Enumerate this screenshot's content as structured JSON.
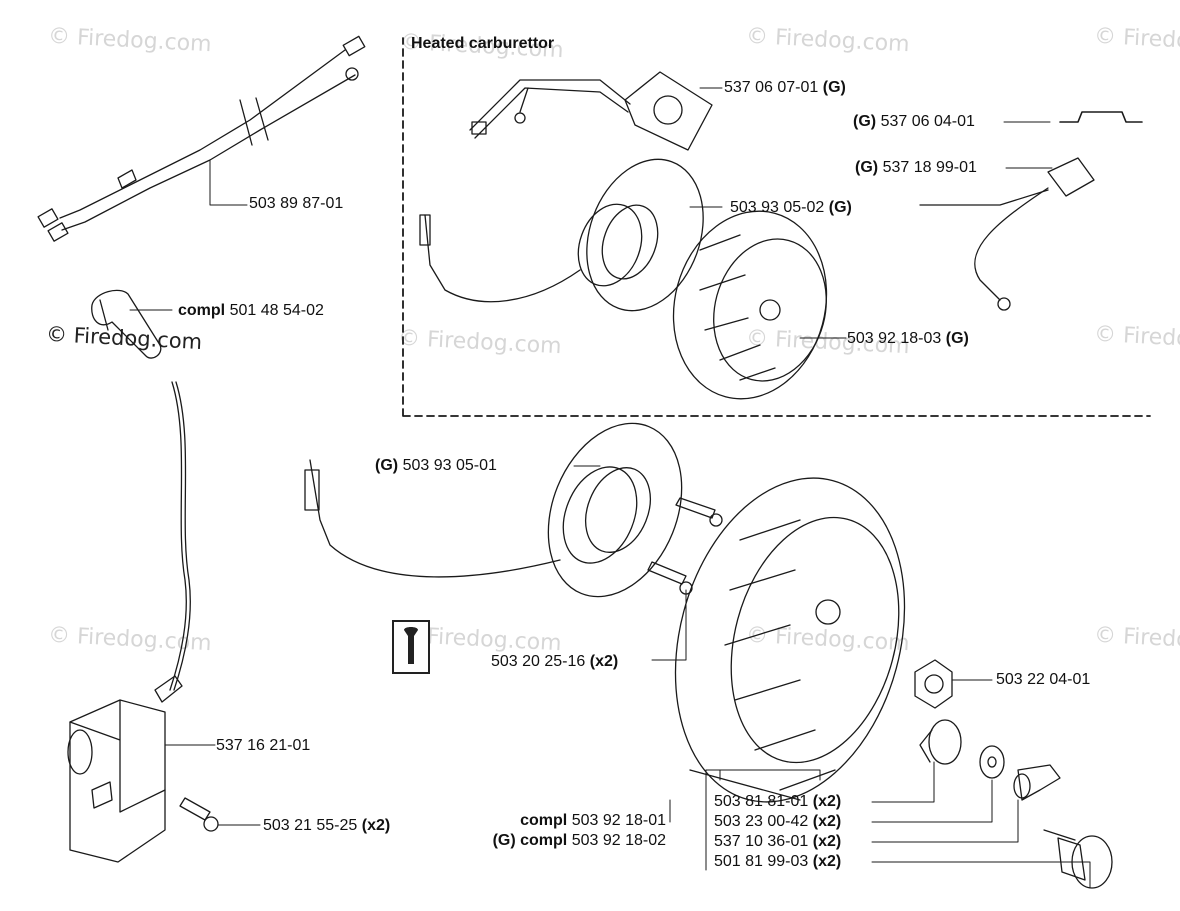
{
  "watermark": "© Firedog.com",
  "section_title": "Heated carburettor",
  "labels": {
    "p01": {
      "prefix": "",
      "code": "503 89 87-01",
      "suffix": ""
    },
    "p02": {
      "prefix": "compl",
      "code": "501 48 54-02",
      "suffix": ""
    },
    "p03": {
      "prefix": "",
      "code": "537 16 21-01",
      "suffix": ""
    },
    "p04": {
      "prefix": "",
      "code": "503 21 55-25",
      "suffix": "(x2)"
    },
    "p05": {
      "prefix": "",
      "code": "537 06 07-01",
      "suffix": "(G)"
    },
    "p06": {
      "prefix": "(G)",
      "code": "537 06 04-01",
      "suffix": ""
    },
    "p07": {
      "prefix": "(G)",
      "code": "537 18 99-01",
      "suffix": ""
    },
    "p08": {
      "prefix": "",
      "code": "503 93 05-02",
      "suffix": "(G)"
    },
    "p09": {
      "prefix": "",
      "code": "503 92 18-03",
      "suffix": "(G)"
    },
    "p10": {
      "prefix": "(G)",
      "code": "503 93 05-01",
      "suffix": ""
    },
    "p11": {
      "prefix": "",
      "code": "503 20 25-16",
      "suffix": "(x2)"
    },
    "p12": {
      "prefix": "",
      "code": "503 22 04-01",
      "suffix": ""
    },
    "p13": {
      "prefix": "compl",
      "code": "503 92 18-01",
      "suffix": ""
    },
    "p14": {
      "prefix": "(G) compl",
      "code": "503 92 18-02",
      "suffix": ""
    },
    "p15": {
      "prefix": "",
      "code": "503 81 81-01",
      "suffix": "(x2)"
    },
    "p16": {
      "prefix": "",
      "code": "503 23 00-42",
      "suffix": "(x2)"
    },
    "p17": {
      "prefix": "",
      "code": "537 10 36-01",
      "suffix": "(x2)"
    },
    "p18": {
      "prefix": "",
      "code": "501 81 99-03",
      "suffix": "(x2)"
    }
  }
}
